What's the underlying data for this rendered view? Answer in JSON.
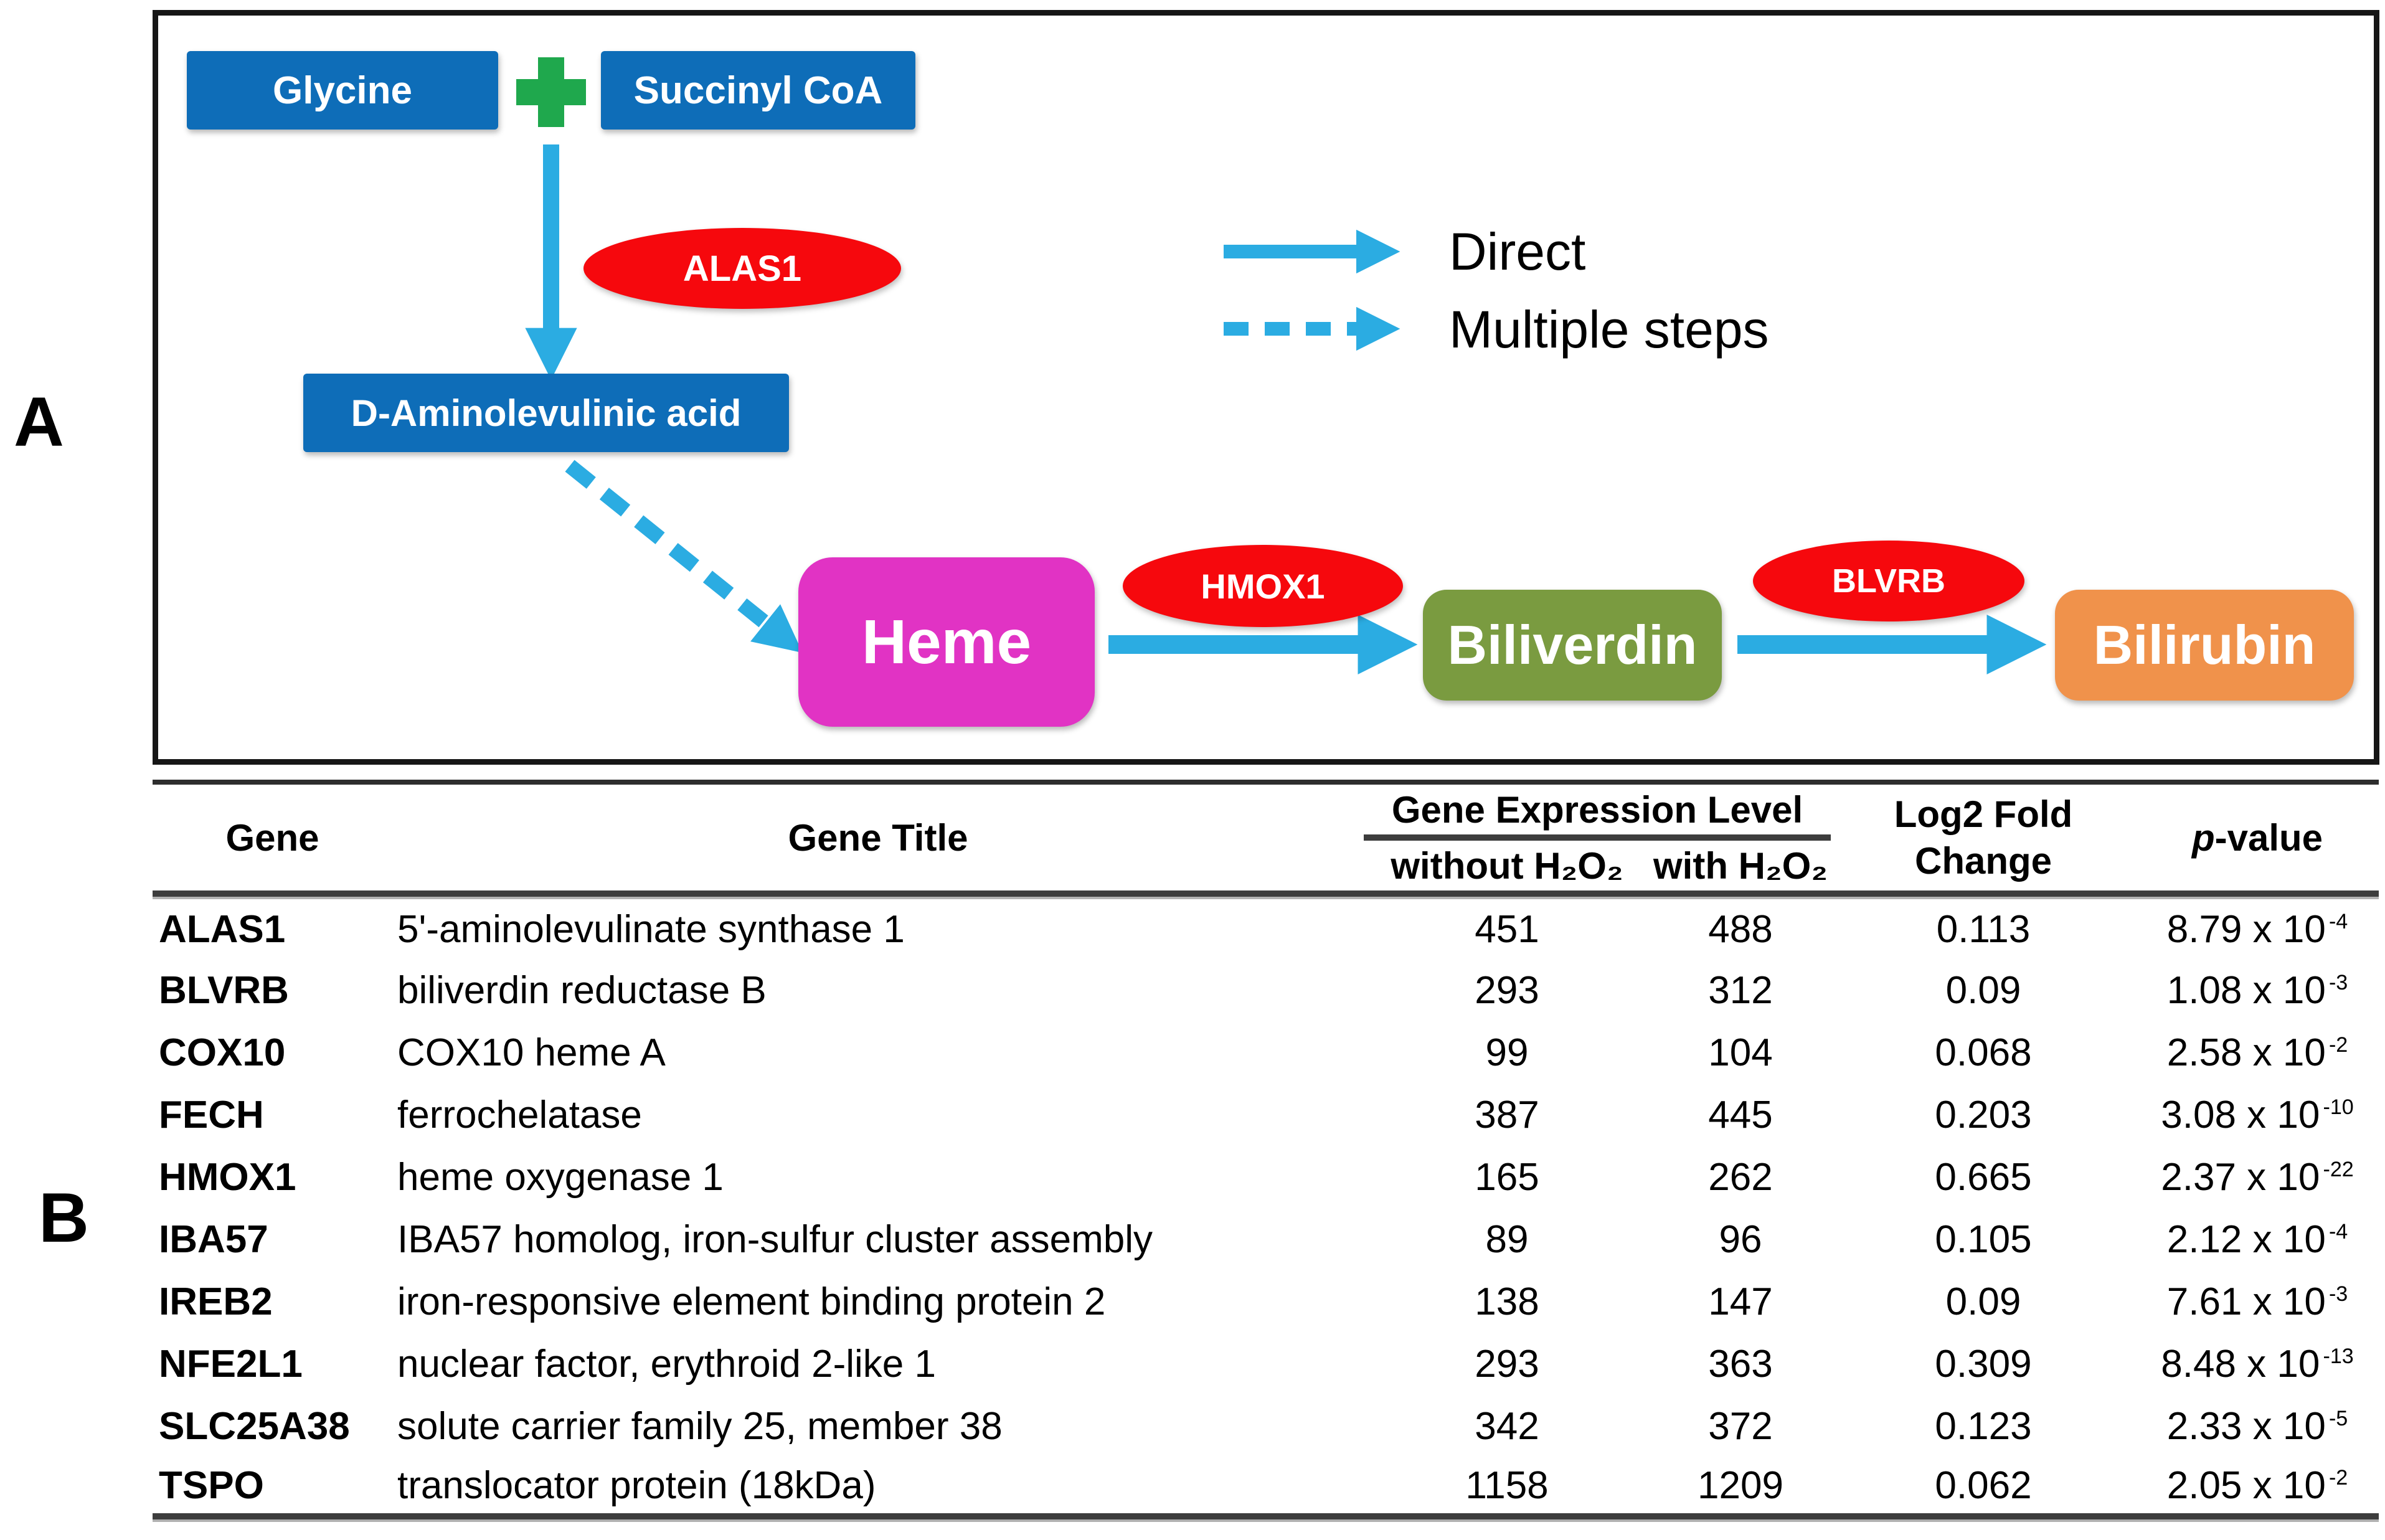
{
  "figure": {
    "panel_a_label": "A",
    "panel_b_label": "B"
  },
  "pathway": {
    "nodes": {
      "glycine": "Glycine",
      "succinyl_coa": "Succinyl CoA",
      "d_aminolevulinic_acid": "D-Aminolevulinic acid",
      "heme": "Heme",
      "biliverdin": "Biliverdin",
      "bilirubin": "Bilirubin"
    },
    "enzymes": {
      "alas1": "ALAS1",
      "hmox1": "HMOX1",
      "blvrb": "BLVRB"
    },
    "legend": {
      "direct": "Direct",
      "multiple_steps": "Multiple steps"
    }
  },
  "colors": {
    "node_blue": "#0E6DB8",
    "plus_green": "#1FA84D",
    "arrow_cyan": "#2BACE2",
    "enzyme_red": "#F6080D",
    "heme_magenta": "#E133C4",
    "biliverdin_olive": "#7A9B40",
    "bilirubin_orange": "#F0924B",
    "panel_border": "#161616",
    "table_rule_dark": "#3d3d3d"
  },
  "table": {
    "headers": {
      "gene": "Gene",
      "gene_title": "Gene Title",
      "expression_group": "Gene Expression Level",
      "without_h2o2": "without H₂O₂",
      "with_h2o2": "with H₂O₂",
      "log2_line1": "Log2 Fold",
      "log2_line2": "Change",
      "pvalue_italic": "p",
      "pvalue_rest": "-value"
    },
    "rows": [
      {
        "gene": "ALAS1",
        "title": "5'-aminolevulinate synthase 1",
        "without": "451",
        "with": "488",
        "log2": "0.113",
        "p_base": "8.79 x 10",
        "p_exp": "-4"
      },
      {
        "gene": "BLVRB",
        "title": "biliverdin reductase B",
        "without": "293",
        "with": "312",
        "log2": "0.09",
        "p_base": "1.08 x 10",
        "p_exp": "-3"
      },
      {
        "gene": "COX10",
        "title": "COX10 heme A",
        "without": "99",
        "with": "104",
        "log2": "0.068",
        "p_base": "2.58 x 10",
        "p_exp": "-2"
      },
      {
        "gene": "FECH",
        "title": "ferrochelatase",
        "without": "387",
        "with": "445",
        "log2": "0.203",
        "p_base": "3.08 x 10",
        "p_exp": "-10"
      },
      {
        "gene": "HMOX1",
        "title": "heme oxygenase 1",
        "without": "165",
        "with": "262",
        "log2": "0.665",
        "p_base": "2.37 x 10",
        "p_exp": "-22"
      },
      {
        "gene": "IBA57",
        "title": "IBA57 homolog, iron-sulfur cluster assembly",
        "without": "89",
        "with": "96",
        "log2": "0.105",
        "p_base": "2.12 x 10",
        "p_exp": "-4"
      },
      {
        "gene": "IREB2",
        "title": "iron-responsive element binding protein 2",
        "without": "138",
        "with": "147",
        "log2": "0.09",
        "p_base": "7.61 x 10",
        "p_exp": "-3"
      },
      {
        "gene": "NFE2L1",
        "title": "nuclear factor, erythroid 2-like 1",
        "without": "293",
        "with": "363",
        "log2": "0.309",
        "p_base": "8.48 x 10",
        "p_exp": "-13"
      },
      {
        "gene": "SLC25A38",
        "title": "solute carrier family 25, member 38",
        "without": "342",
        "with": "372",
        "log2": "0.123",
        "p_base": "2.33 x 10",
        "p_exp": "-5"
      },
      {
        "gene": "TSPO",
        "title": "translocator protein (18kDa)",
        "without": "1158",
        "with": "1209",
        "log2": "0.062",
        "p_base": "2.05 x 10",
        "p_exp": "-2"
      }
    ]
  }
}
